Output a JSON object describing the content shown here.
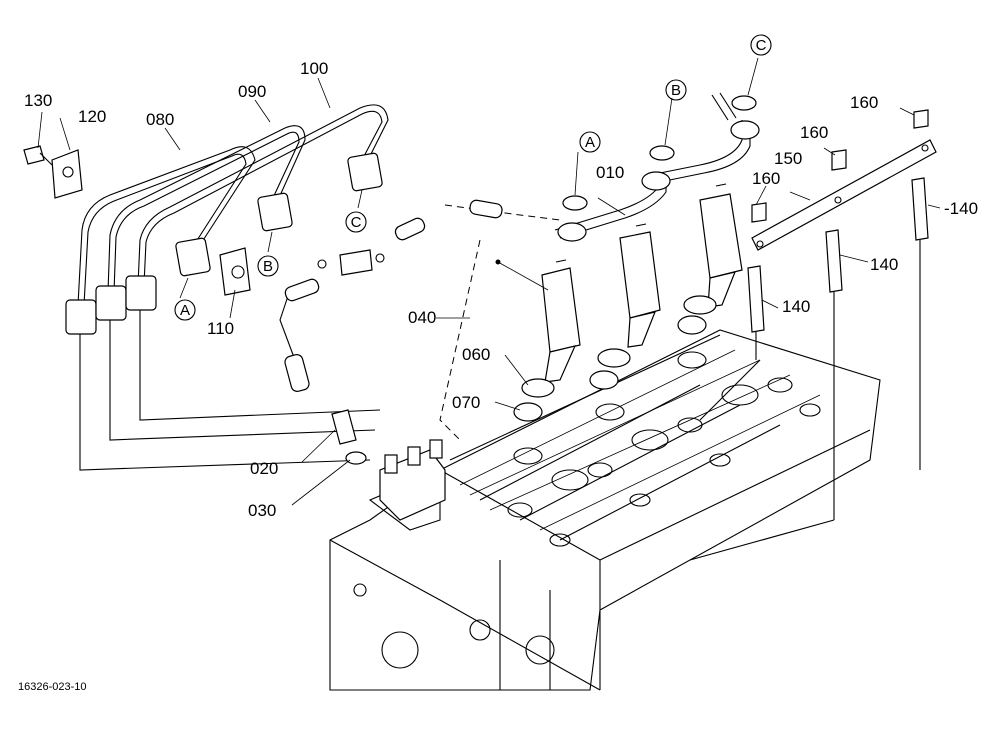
{
  "labels": {
    "p010": "010",
    "p020": "020",
    "p030": "030",
    "p040": "040",
    "p060": "060",
    "p070": "070",
    "p080": "080",
    "p090": "090",
    "p100": "100",
    "p110": "110",
    "p120": "120",
    "p130": "130",
    "p140a": "140",
    "p140b": "140",
    "p140c": "-140",
    "p150": "150",
    "p160a": "160",
    "p160b": "160",
    "p160c": "160"
  },
  "connectors": {
    "A": "A",
    "B": "B",
    "C": "C"
  },
  "drawing_number": "16326-023-10"
}
